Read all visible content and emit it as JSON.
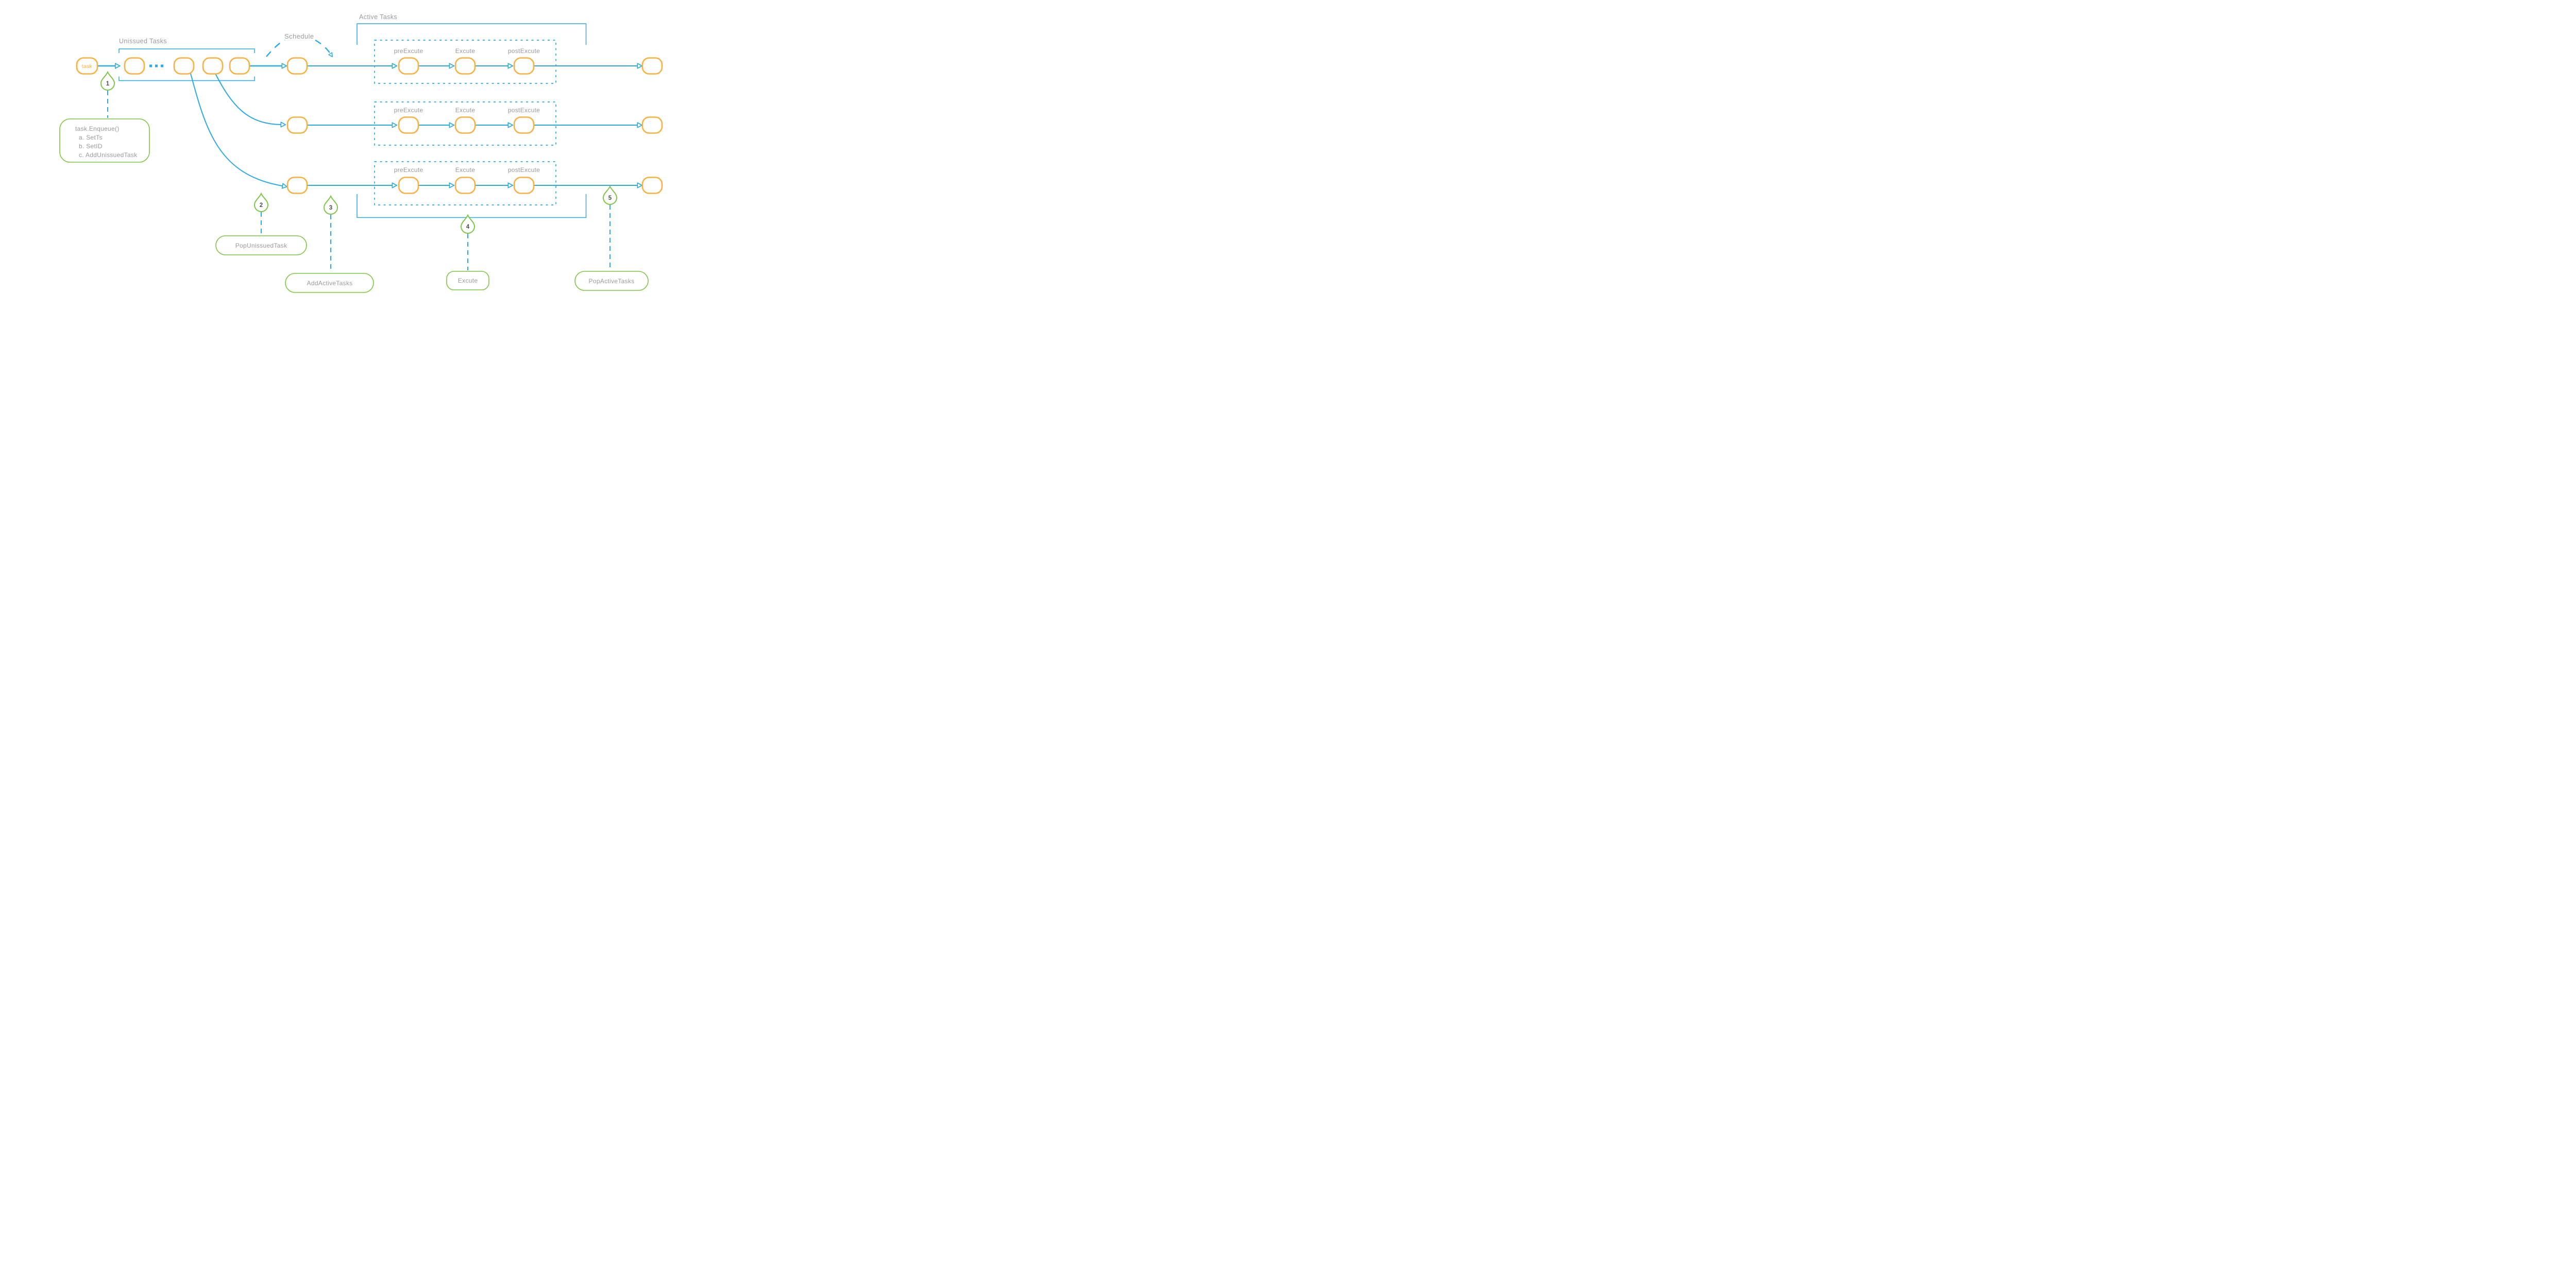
{
  "diagram": {
    "labels": {
      "task": "task",
      "unissued": "Unissued Tasks",
      "schedule": "Schedule",
      "active": "Active Tasks"
    },
    "stages": {
      "pre": "preExcute",
      "exe": "Excute",
      "post": "postExcute"
    },
    "pins": [
      {
        "number": "1",
        "annotation_lines": [
          "task.Enqueue()",
          "a. SetTs",
          "b. SetID",
          "c. AddUnissuedTask"
        ]
      },
      {
        "number": "2",
        "annotation": "PopUnissuedTask"
      },
      {
        "number": "3",
        "annotation": "AddActiveTasks"
      },
      {
        "number": "4",
        "annotation": "Excute"
      },
      {
        "number": "5",
        "annotation": "PopActiveTasks"
      }
    ],
    "colors": {
      "blue": "#29abe2",
      "orange": "#fbb042",
      "green": "#7cc644",
      "label_gray": "#9a9a9a",
      "number_gray": "#4d4d4d"
    }
  }
}
